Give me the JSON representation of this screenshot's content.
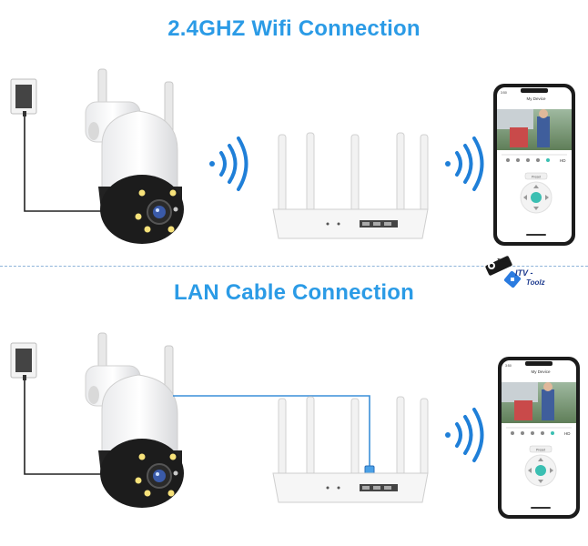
{
  "sections": [
    {
      "title": "2.4GHZ Wifi Connection"
    },
    {
      "title": "LAN Cable Connection"
    }
  ],
  "phone": {
    "time": "3:50",
    "header": "My Device",
    "tabs": [
      "HD"
    ],
    "ptz_label": "Preset"
  },
  "logo": {
    "name": "ITV -",
    "sub": "Toolz",
    "badge": "Toolz"
  },
  "colors": {
    "accent": "#2b9be6",
    "cable": "#3c8fd8",
    "wave": "#1f7fd8",
    "ptz_center": "#3bbfb2"
  }
}
